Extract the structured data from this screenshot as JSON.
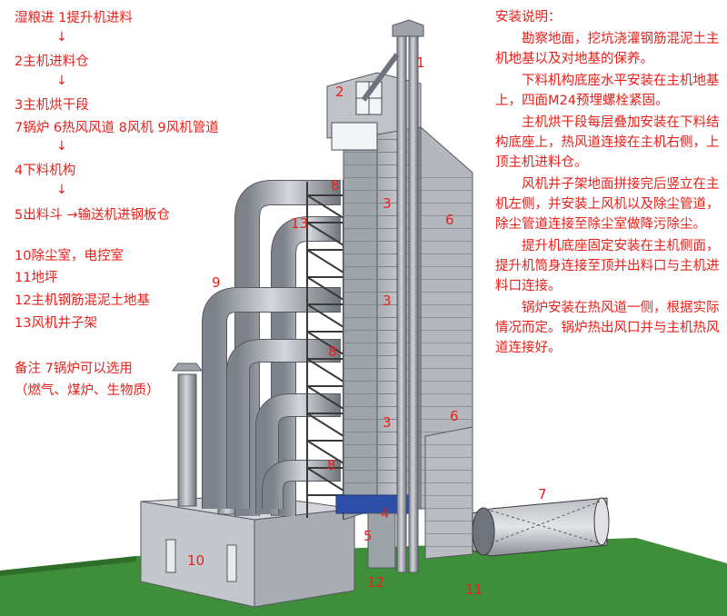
{
  "flow": {
    "step1": "湿粮进 1提升机进料",
    "step2": "2主机进料仓",
    "step3": "3主机烘干段",
    "step3b": "7锅炉 6热风风道 8风机 9风机管道",
    "step4": "4下料机构",
    "step5": "5出料斗 →输送机进钢板仓",
    "arrow": "↓"
  },
  "legend": {
    "item10": "10除尘室，电控室",
    "item11": "11地坪",
    "item12": "12主机钢筋混泥土地基",
    "item13": "13风机井子架"
  },
  "remark": {
    "line1": "备注  7锅炉可以选用",
    "line2": "（燃气、煤炉、生物质）"
  },
  "install": {
    "title": "安装说明：",
    "p1": "勘察地面，挖坑浇灌钢筋混泥土主机地基以及对地基的保养。",
    "p2": "下料机构底座水平安装在主机地基上，四面M24预埋螺栓紧固。",
    "p3": "主机烘干段每层叠加安装在下料结构底座上，热风道连接在主机右侧，上顶主机进料仓。",
    "p4": "风机井子架地面拼接完后竖立在主机左侧，并安装上风机以及除尘管道，除尘管道连接至除尘室做降污除尘。",
    "p5": "提升机底座固定安装在主机侧面，提升机筒身连接至顶并出料口与主机进料口连接。",
    "p6": "锅炉安装在热风道一侧，根据实际情况而定。锅炉热出风口并与主机热风道连接好。"
  },
  "labels": {
    "n1": "1",
    "n2": "2",
    "n3a": "3",
    "n3b": "3",
    "n3c": "3",
    "n4": "4",
    "n5": "5",
    "n6a": "6",
    "n6b": "6",
    "n7": "7",
    "n8a": "8",
    "n8b": "8",
    "n8c": "8",
    "n9": "9",
    "n10": "10",
    "n11": "11",
    "n12": "12",
    "n13": "13"
  },
  "colors": {
    "text": "#e8201a",
    "ground": "#3f8f3a",
    "steel": "#9ea3aa",
    "steel_dark": "#6f747c",
    "frame": "#3a3a3a",
    "blue_base": "#2c4fa8"
  }
}
